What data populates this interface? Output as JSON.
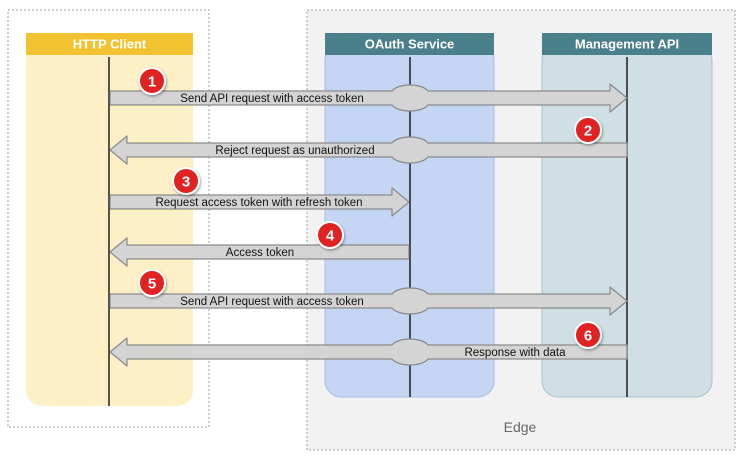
{
  "participants": [
    {
      "name": "HTTP Client",
      "header_color": "#f2c230",
      "lane_color": "#fdefc6"
    },
    {
      "name": "OAuth Service",
      "header_color": "#4a7f8c",
      "lane_color": "#c5d6f4"
    },
    {
      "name": "Management API",
      "header_color": "#4a7f8c",
      "lane_color": "#cfdfe4"
    }
  ],
  "group_label": "Edge",
  "messages": [
    {
      "step": "1",
      "label": "Send API request with access token"
    },
    {
      "step": "2",
      "label": "Reject request as unauthorized"
    },
    {
      "step": "3",
      "label": "Request access token with refresh token"
    },
    {
      "step": "4",
      "label": "Access token"
    },
    {
      "step": "5",
      "label": "Send API request with access token"
    },
    {
      "step": "6",
      "label": "Response with data"
    }
  ],
  "colors": {
    "arrow_fill": "#d4d4d4",
    "arrow_stroke": "#8a8a8a",
    "badge": "#e02020",
    "frame_border": "#b0b0b0",
    "group_bg": "#f2f2f2"
  }
}
